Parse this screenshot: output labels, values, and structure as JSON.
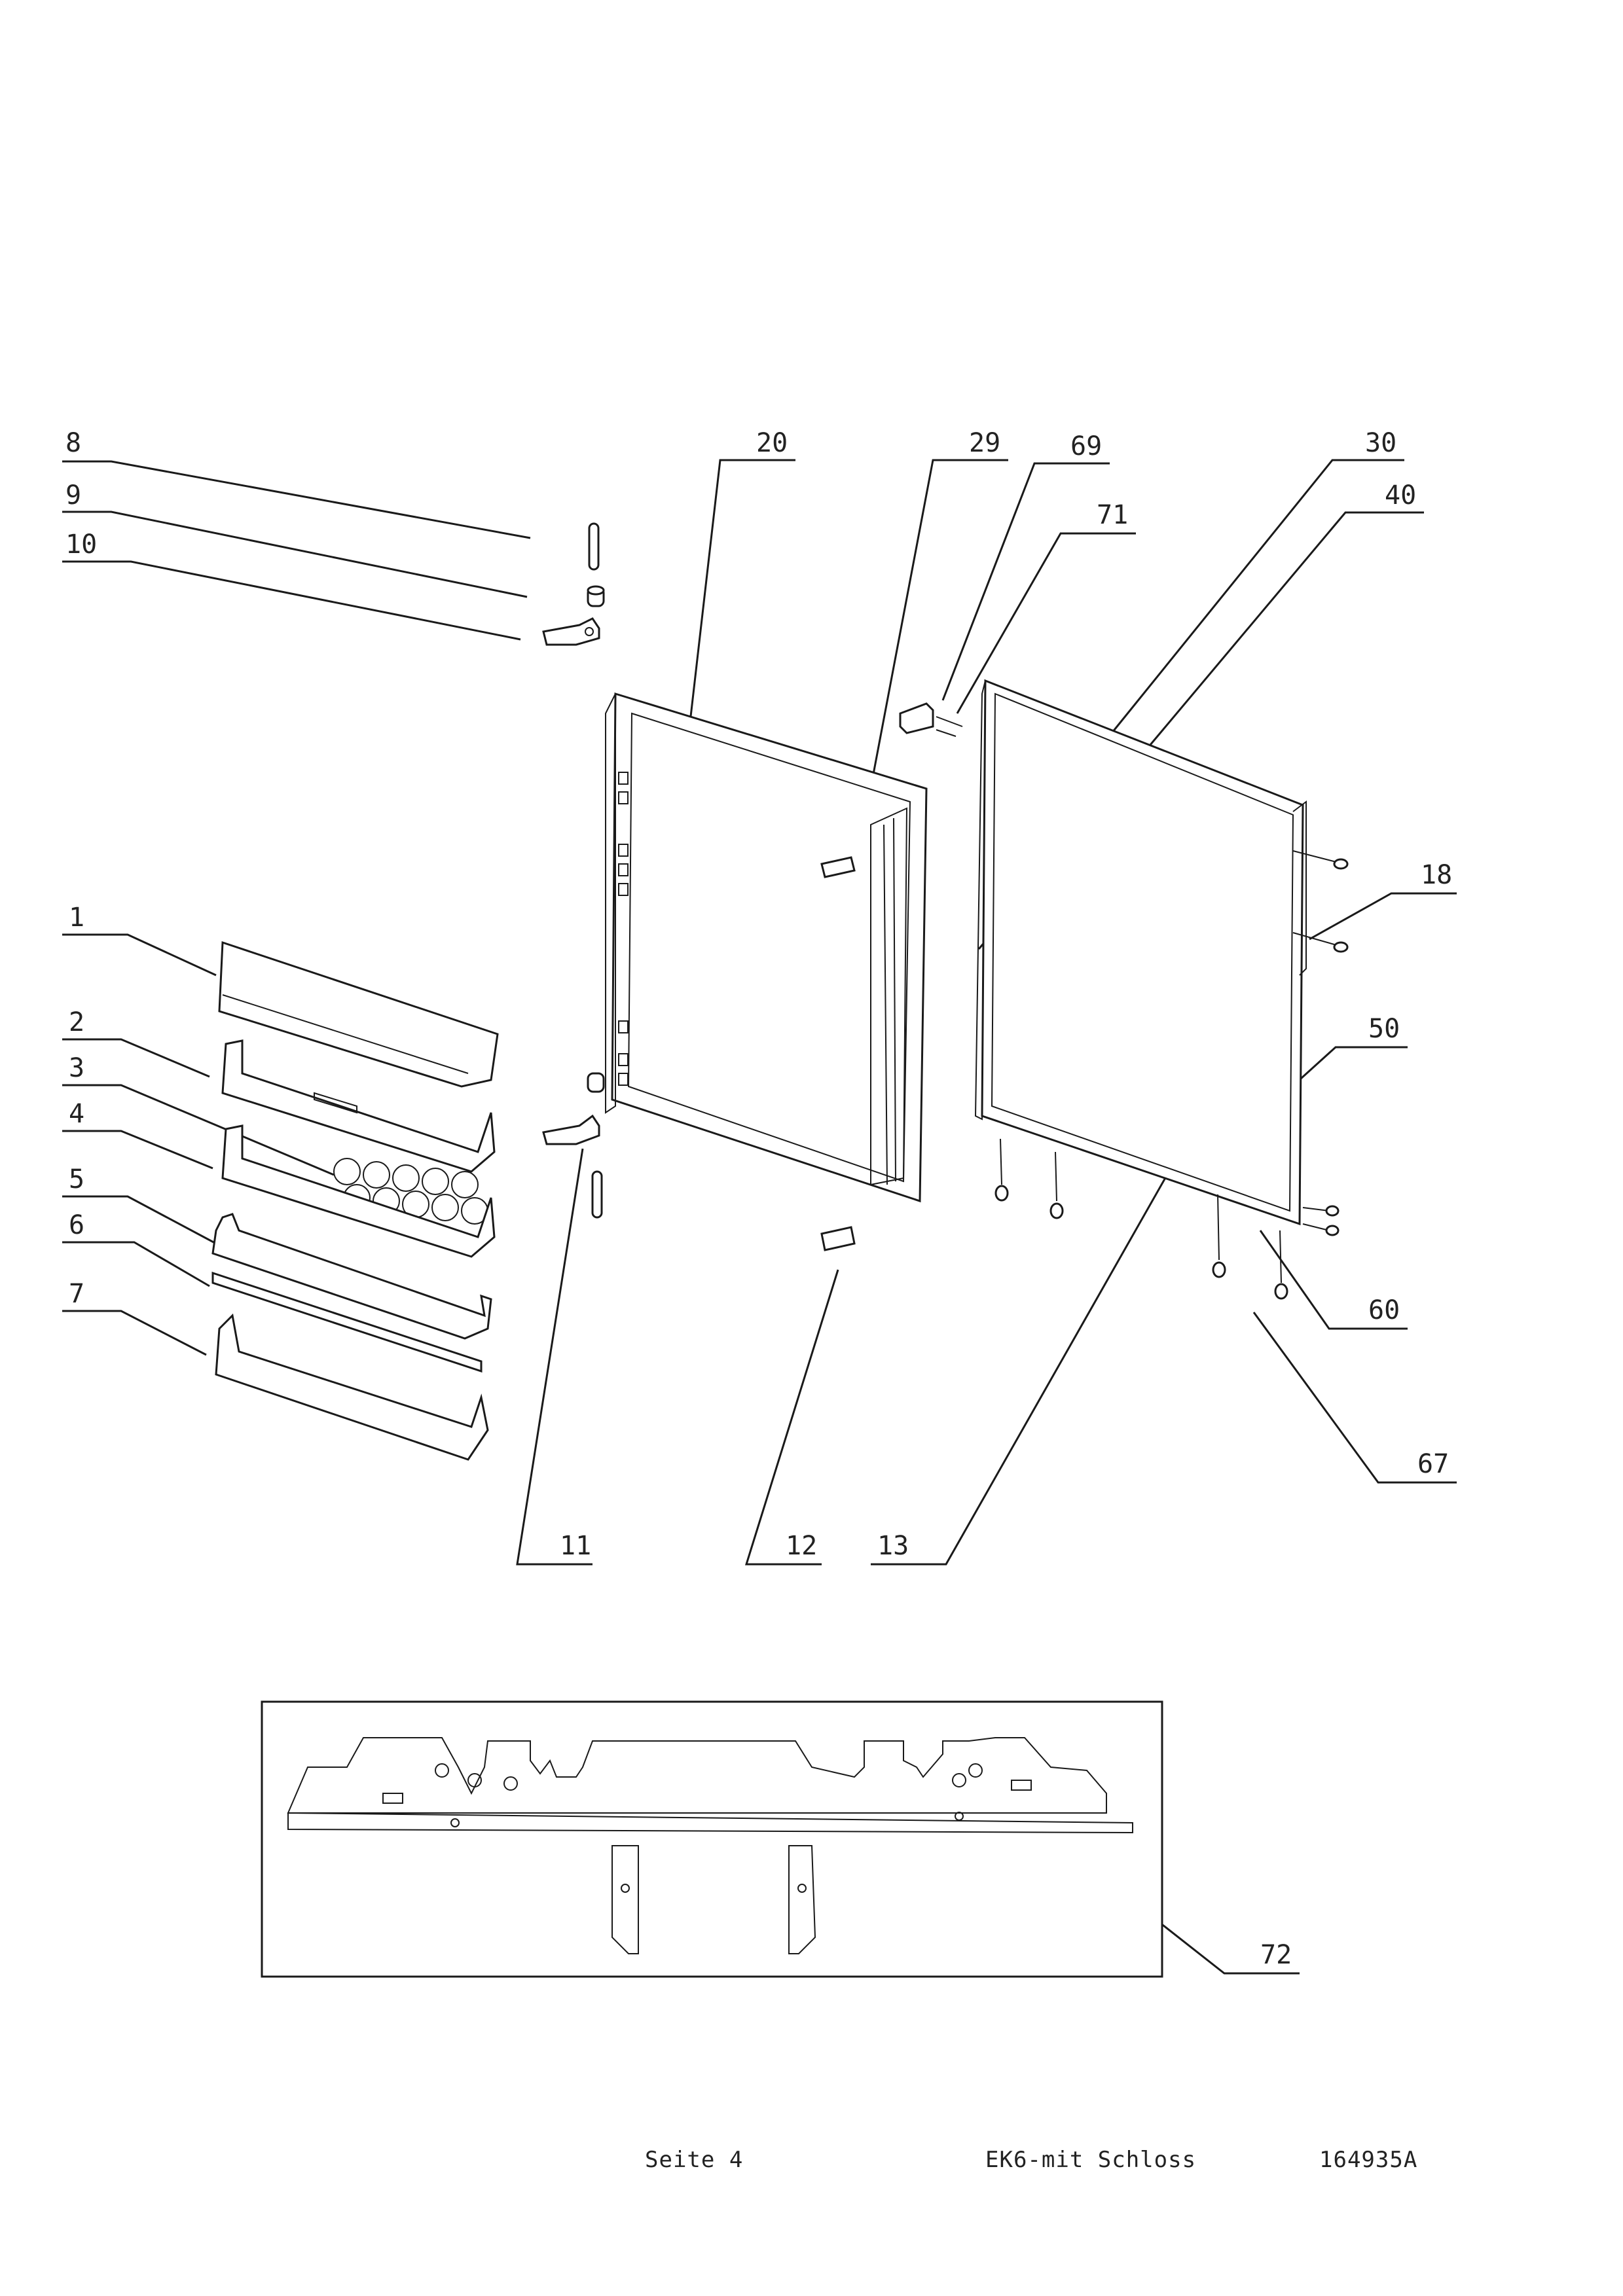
{
  "callouts": {
    "c1": "1",
    "c2": "2",
    "c3": "3",
    "c4": "4",
    "c5": "5",
    "c6": "6",
    "c7": "7",
    "c8": "8",
    "c9": "9",
    "c10": "10",
    "c11": "11",
    "c12": "12",
    "c13": "13",
    "c18": "18",
    "c20": "20",
    "c29": "29",
    "c30": "30",
    "c40": "40",
    "c50": "50",
    "c60": "60",
    "c67": "67",
    "c69": "69",
    "c71": "71",
    "c72": "72"
  },
  "footer": {
    "page": "Seite 4",
    "model": "EK6-mit Schloss",
    "doc_number": "164935A"
  }
}
